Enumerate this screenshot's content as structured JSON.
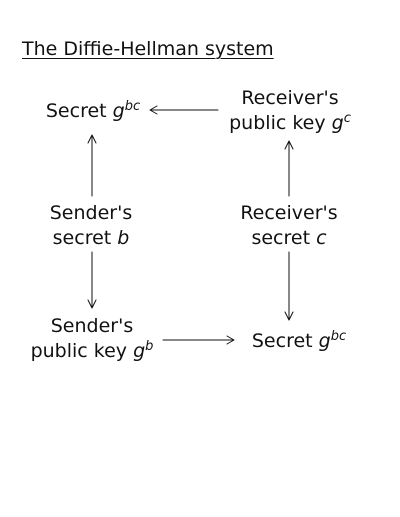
{
  "title": "The Diffie-Hellman system",
  "nodes": {
    "secret_left": {
      "text": "Secret ",
      "var": "g",
      "sup": "bc"
    },
    "receiver_public": {
      "line1": "Receiver's",
      "line2_text": "public key ",
      "var": "g",
      "sup": "c"
    },
    "sender_secret": {
      "line1": "Sender's",
      "line2_text": "secret ",
      "var": "b"
    },
    "receiver_secret": {
      "line1": "Receiver's",
      "line2_text": "secret ",
      "var": "c"
    },
    "sender_public": {
      "line1": "Sender's",
      "line2_text": "public key ",
      "var": "g",
      "sup": "b"
    },
    "secret_right": {
      "text": "Secret ",
      "var": "g",
      "sup": "bc"
    }
  },
  "colors": {
    "ink": "#111111",
    "background": "#ffffff"
  }
}
